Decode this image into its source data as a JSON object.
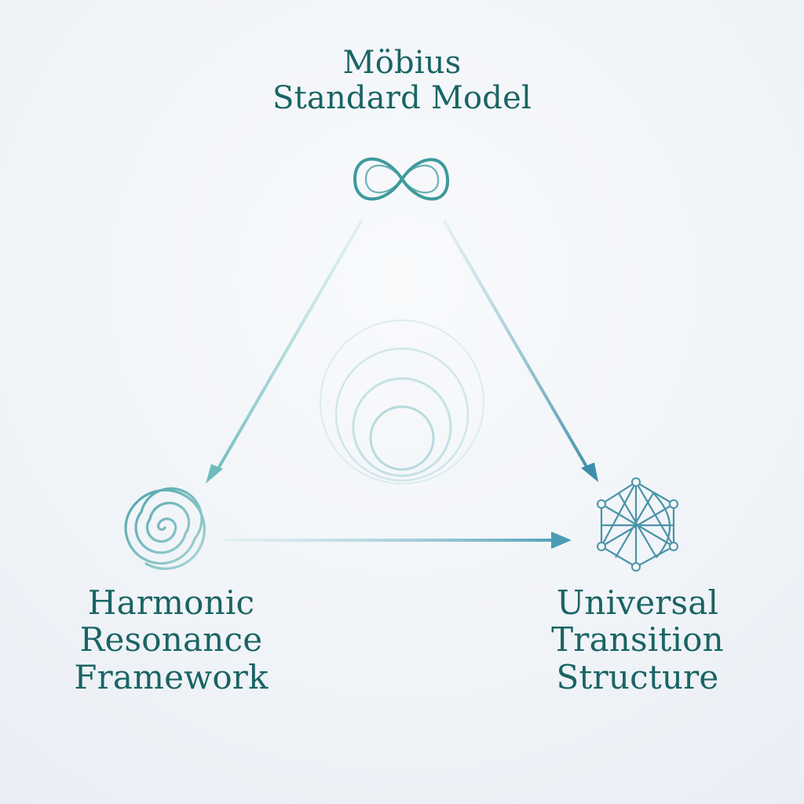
{
  "nodes": {
    "top": {
      "lines": [
        "Möbius",
        "Standard Model"
      ],
      "icon": "infinity-icon"
    },
    "left": {
      "lines": [
        "Harmonic",
        "Resonance",
        "Framework"
      ],
      "icon": "spiral-icon"
    },
    "right": {
      "lines": [
        "Universal",
        "Transition",
        "Structure"
      ],
      "icon": "hexagon-network-icon"
    }
  },
  "center_icon": "concentric-circles-icon",
  "colors": {
    "text": "#1a6464",
    "accent_teal": "#4aa3a8",
    "accent_blue": "#3d8eaa",
    "light_teal": "#b6dde0",
    "background": "#f3f6f9"
  }
}
